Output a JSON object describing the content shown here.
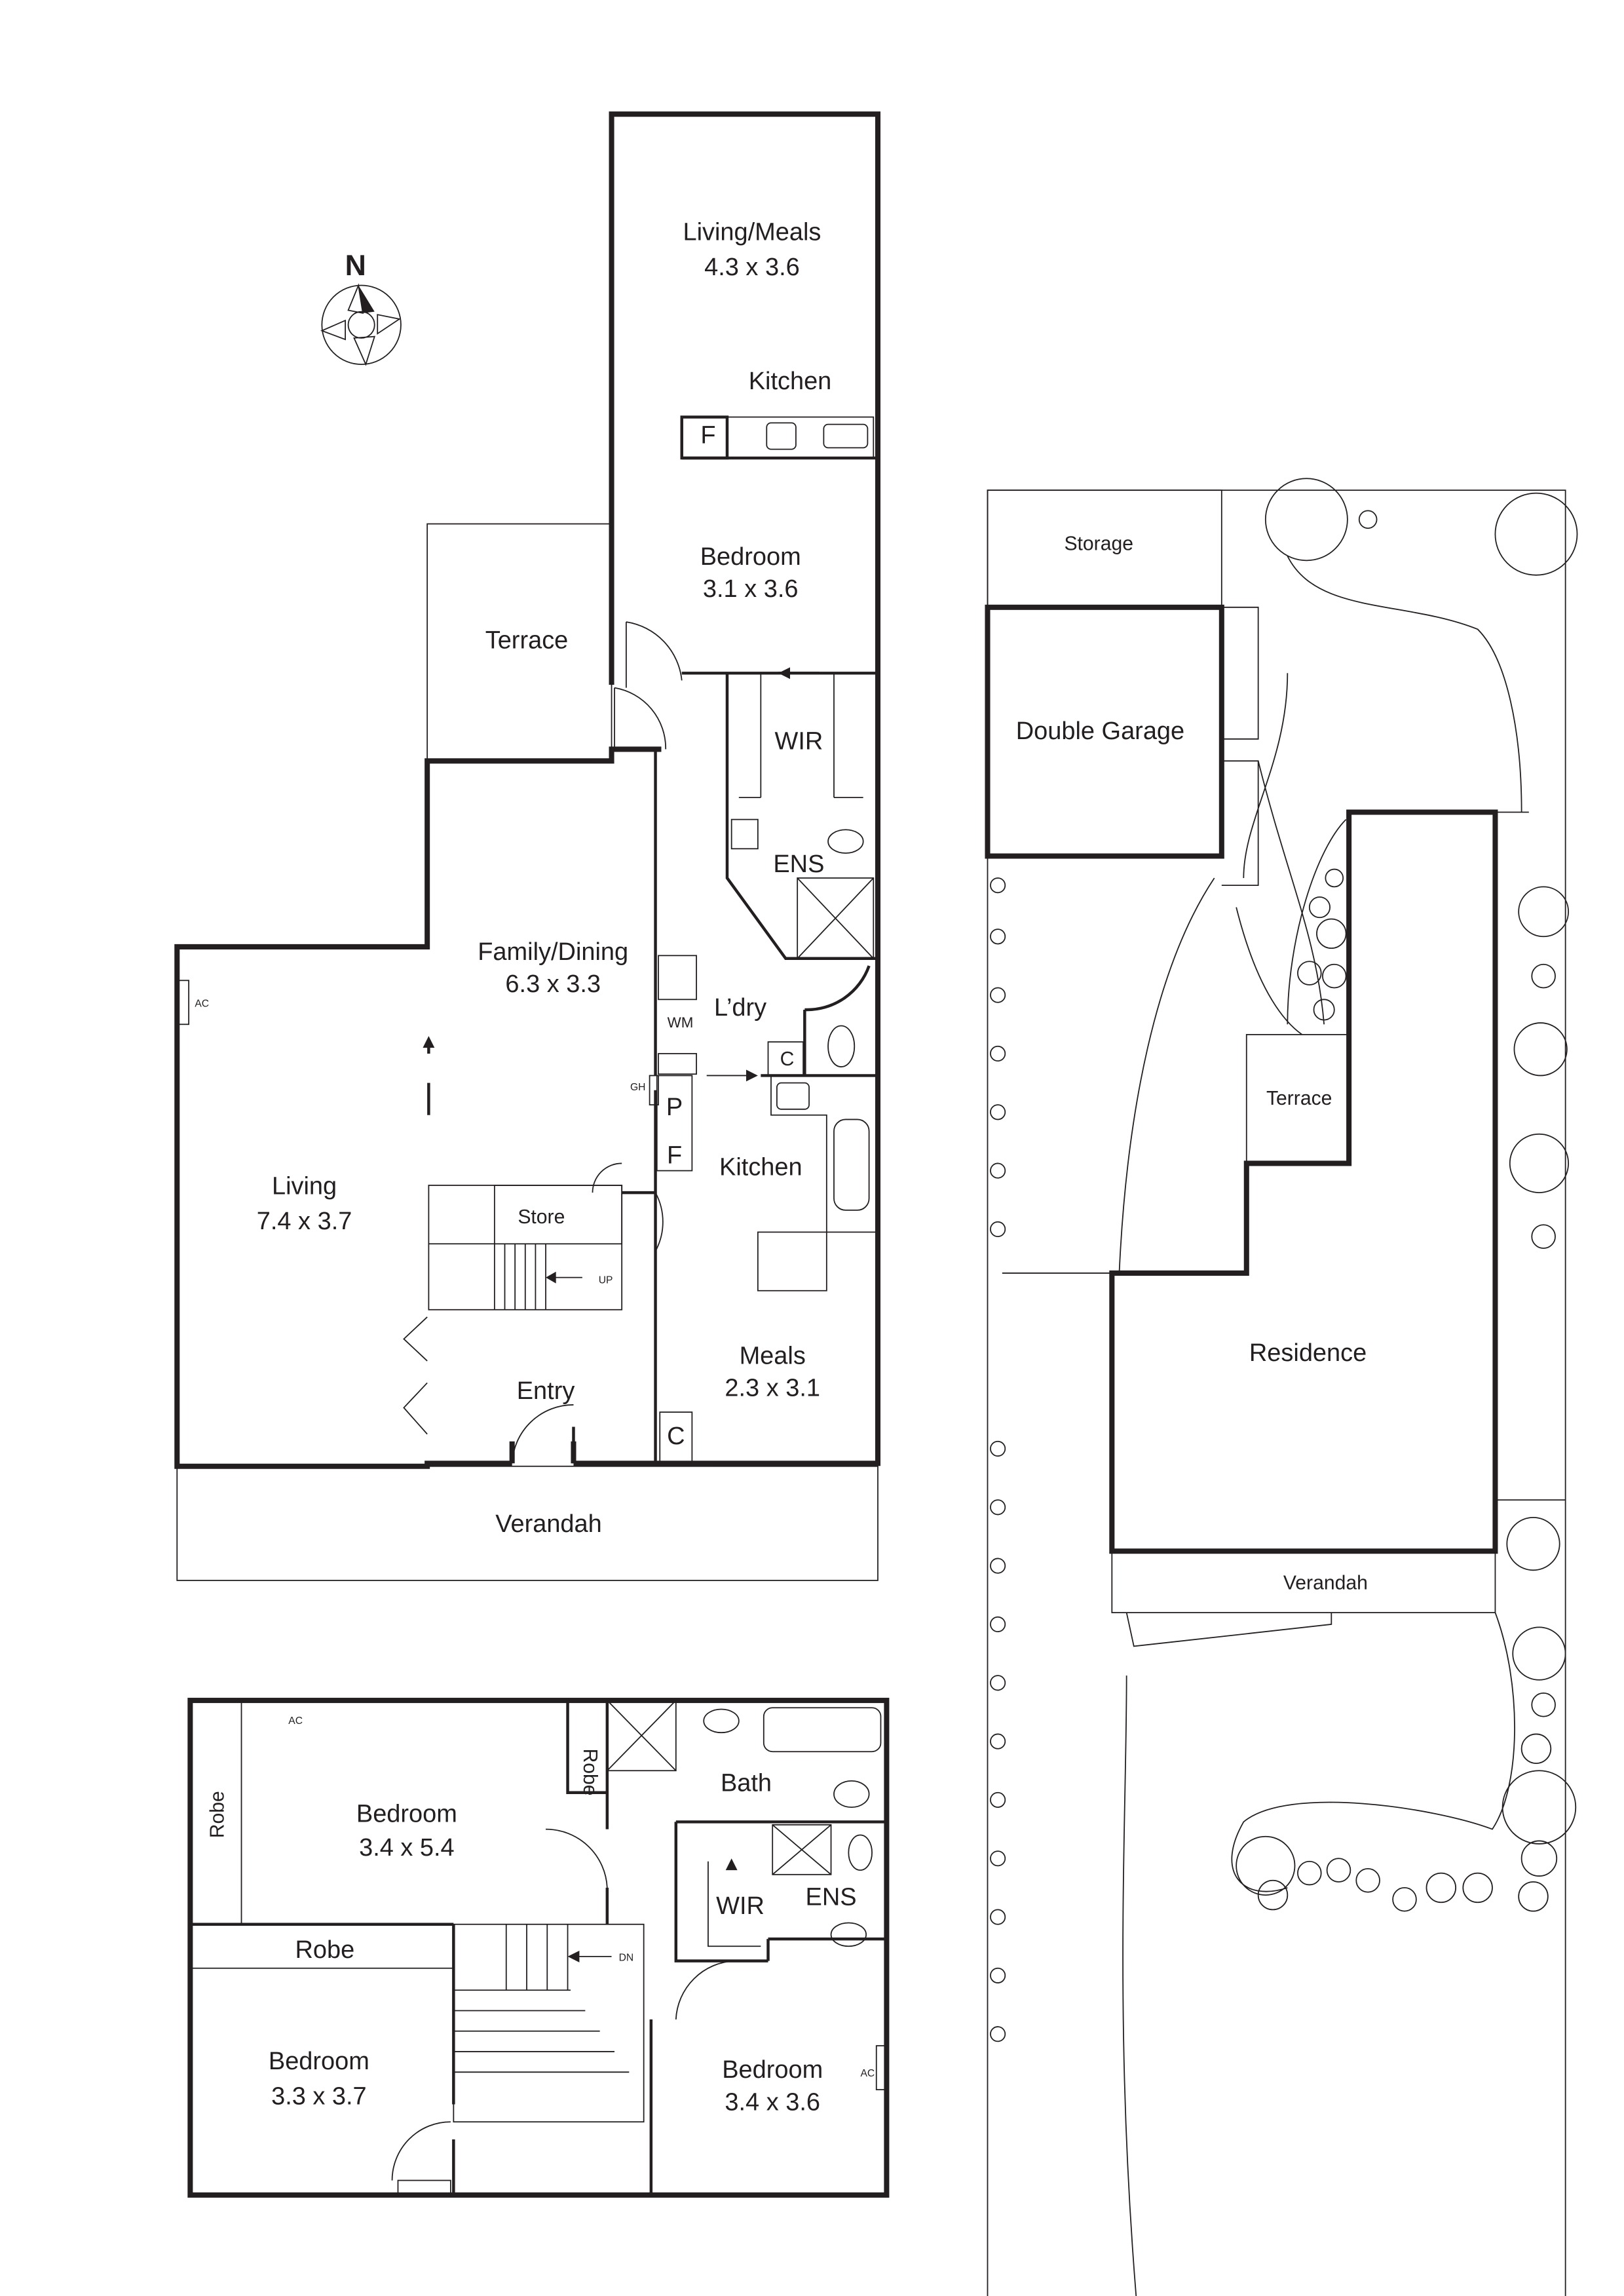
{
  "compass": {
    "label": "N"
  },
  "ground_floor": {
    "rooms": [
      {
        "name": "Living/Meals",
        "dims": "4.3 x 3.6"
      },
      {
        "name": "Kitchen",
        "dims": ""
      },
      {
        "name": "Bedroom",
        "dims": "3.1 x 3.6"
      },
      {
        "name": "Terrace",
        "dims": ""
      },
      {
        "name": "WIR",
        "dims": ""
      },
      {
        "name": "ENS",
        "dims": ""
      },
      {
        "name": "Family/Dining",
        "dims": "6.3 x 3.3"
      },
      {
        "name": "L’dry",
        "dims": ""
      },
      {
        "name": "Living",
        "dims": "7.4 x 3.7"
      },
      {
        "name": "Kitchen",
        "dims": ""
      },
      {
        "name": "Store",
        "dims": ""
      },
      {
        "name": "Entry",
        "dims": ""
      },
      {
        "name": "Meals",
        "dims": "2.3 x 3.1"
      },
      {
        "name": "Verandah",
        "dims": ""
      }
    ],
    "fixtures": {
      "fridge_top": "F",
      "wm": "WM",
      "gh": "GH",
      "pantry": "P",
      "fridge": "F",
      "cupboard_ldry": "C",
      "cupboard_meals": "C",
      "ac": "AC",
      "stair": "UP"
    }
  },
  "first_floor": {
    "rooms": [
      {
        "name": "Bedroom",
        "dims": "3.4 x 5.4"
      },
      {
        "name": "Robe",
        "dims": ""
      },
      {
        "name": "Robe",
        "dims": ""
      },
      {
        "name": "Bath",
        "dims": ""
      },
      {
        "name": "WIR",
        "dims": ""
      },
      {
        "name": "ENS",
        "dims": ""
      },
      {
        "name": "Robe",
        "dims": ""
      },
      {
        "name": "Bedroom",
        "dims": "3.3 x 3.7"
      },
      {
        "name": "Bedroom",
        "dims": "3.4 x 3.6"
      }
    ],
    "fixtures": {
      "ac_1": "AC",
      "ac_2": "AC",
      "stair": "DN"
    }
  },
  "site_plan": {
    "areas": {
      "storage": "Storage",
      "garage": "Double Garage",
      "terrace": "Terrace",
      "residence": "Residence",
      "verandah": "Verandah"
    }
  }
}
